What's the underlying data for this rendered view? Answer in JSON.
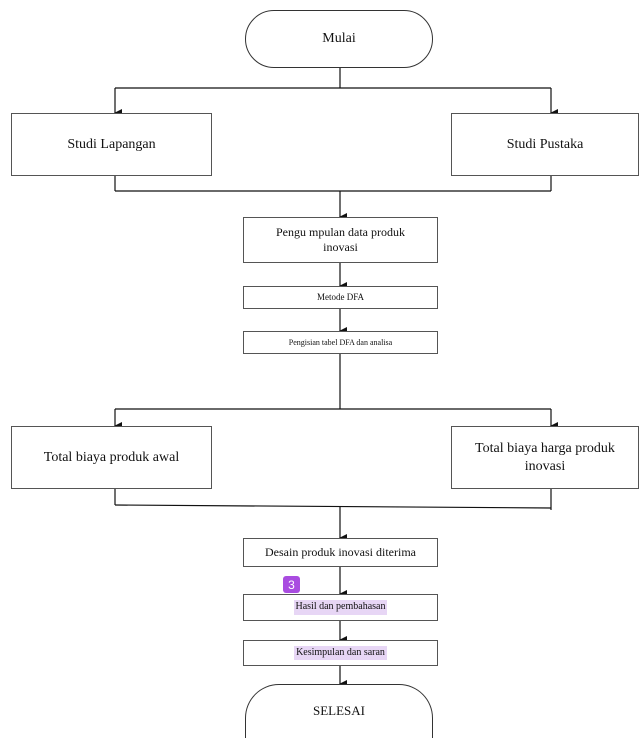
{
  "nodes": {
    "start": "Mulai",
    "field_study": "Studi Lapangan",
    "literature_study": "Studi Pustaka",
    "data_collection": "Pengu mpulan data produk inovasi",
    "dfa_method": "Metode DFA",
    "dfa_table": "Pengisian tabel DFA dan analisa",
    "initial_cost": "Total biaya produk awal",
    "innovation_cost": "Total biaya harga produk inovasi",
    "design_accepted": "Desain produk inovasi diterima",
    "results": "Hasil dan pembahasan",
    "conclusion": "Kesimpulan dan saran",
    "end": "SELESAI"
  },
  "annotation_badge": "3",
  "colors": {
    "line": "#111111",
    "box_border": "#555555",
    "highlight": "#e7d6f5",
    "badge": "#a94ce0"
  }
}
